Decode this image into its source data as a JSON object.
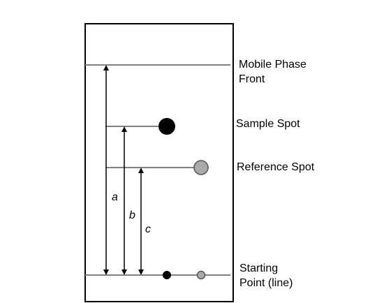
{
  "labels": {
    "mobile_front": [
      "Mobile Phase",
      "Front"
    ],
    "sample_spot": "Sample Spot",
    "reference_spot": "Reference Spot",
    "starting_point": [
      "Starting",
      "Point (line)"
    ]
  },
  "distances": {
    "a": "a",
    "b": "b",
    "c": "c"
  },
  "colors": {
    "outline": "#000000",
    "line": "#808080",
    "sample_spot": "#000000",
    "reference_spot": "#a9a9a9"
  }
}
